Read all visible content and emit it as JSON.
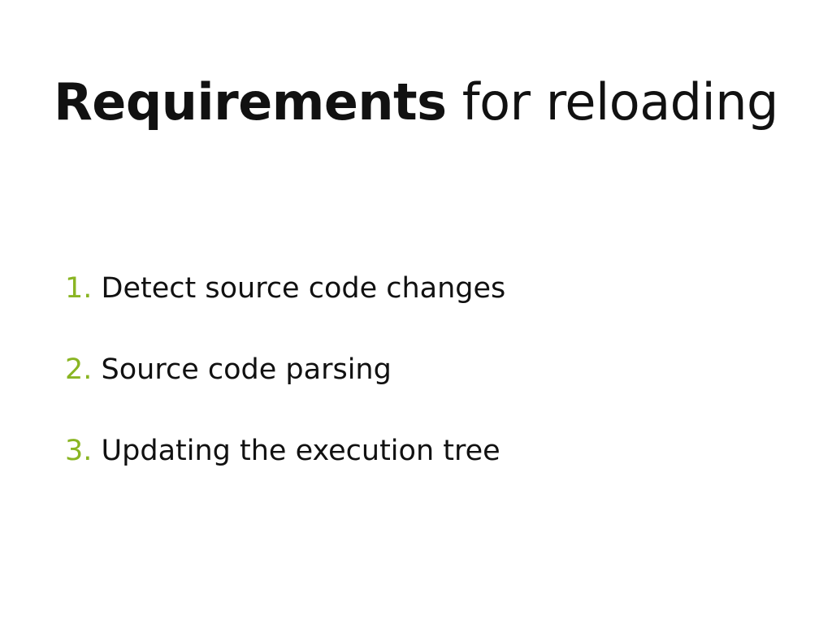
{
  "slide": {
    "title_bold": "Requirements",
    "title_rest": " for reloading",
    "accent_color": "#8ab523",
    "items": [
      {
        "number": "1.",
        "text": " Detect source code changes"
      },
      {
        "number": "2.",
        "text": " Source code parsing"
      },
      {
        "number": "3.",
        "text": " Updating the execution tree"
      }
    ]
  }
}
